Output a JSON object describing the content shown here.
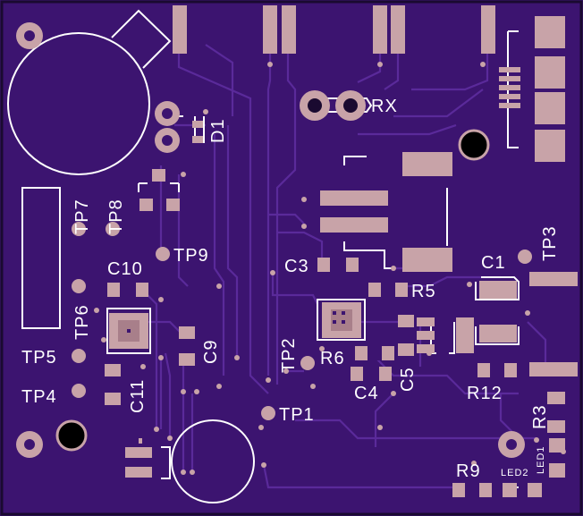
{
  "colors": {
    "board": "#3c1470",
    "trace": "#5a2a9a",
    "pad": "#c8a3a8",
    "silk": "#ffffff",
    "hole": "#000000"
  },
  "labels": {
    "d1": "D1",
    "rx": "RX",
    "tp7": "TP7",
    "tp8": "TP8",
    "tp9": "TP9",
    "tp6": "TP6",
    "tp5": "TP5",
    "tp4": "TP4",
    "tp3": "TP3",
    "tp2": "TP2",
    "tp1": "TP1",
    "c10": "C10",
    "c11": "C11",
    "c9": "C9",
    "c3": "C3",
    "c1": "C1",
    "c4": "C4",
    "c5": "C5",
    "r5": "R5",
    "r6": "R6",
    "r12": "R12",
    "r3": "R3",
    "r9": "R9",
    "led1": "LED1",
    "led2": "LED2"
  }
}
